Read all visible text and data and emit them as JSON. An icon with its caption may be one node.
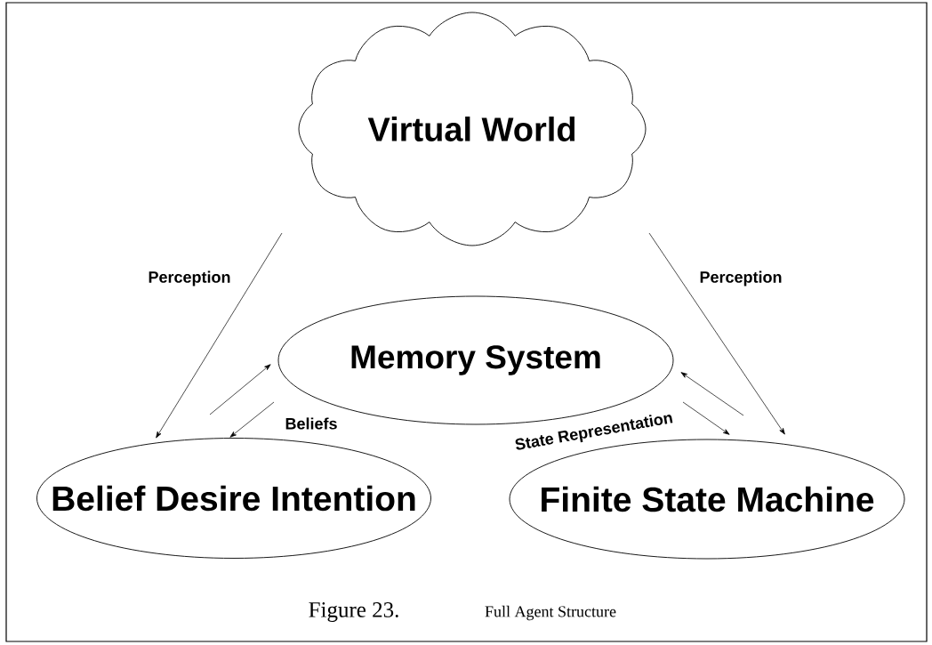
{
  "diagram": {
    "caption": "Figure 23.",
    "nodes": [
      {
        "text": [
          "Virtual World"
        ]
      },
      {
        "text": [
          "Memory System"
        ]
      },
      {
        "text": [
          "Belief Desire Intention"
        ]
      },
      {
        "text": [
          "Finite State Machine"
        ]
      }
    ],
    "edges": [
      {
        "from": 0,
        "to": 2,
        "arrow": "to",
        "label": "Perception"
      },
      {
        "from": 0,
        "to": 3,
        "arrow": "to",
        "label": "Perception"
      },
      {
        "from": 2,
        "to": 1,
        "arrow": "to"
      },
      {
        "from": 1,
        "to": 2,
        "arrow": "to",
        "label": "Beliefs"
      },
      {
        "from": 3,
        "to": 1,
        "arrow": "to"
      },
      {
        "from": 1,
        "to": 3,
        "arrow": "to",
        "label": "State Representation"
      }
    ],
    "labels": [
      "Full Agent Structure"
    ]
  }
}
